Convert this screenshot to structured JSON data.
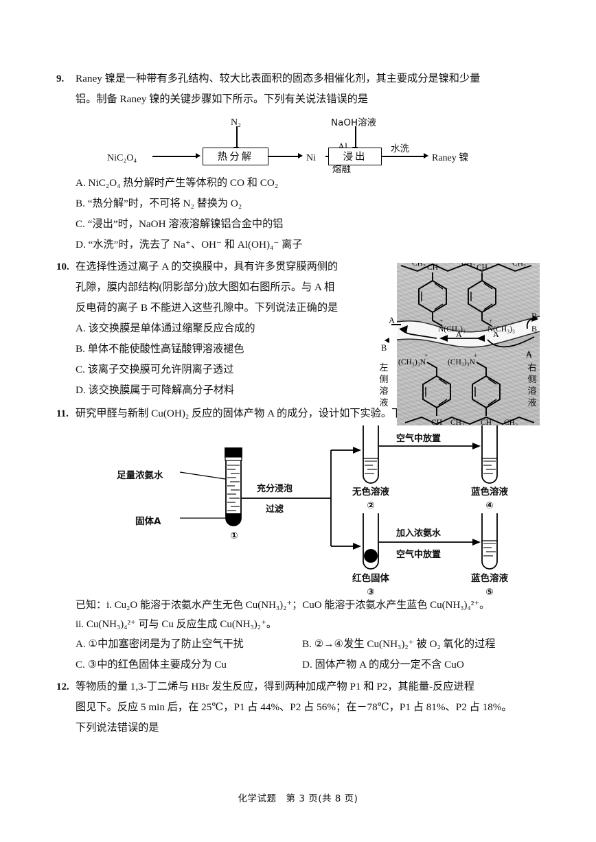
{
  "page": {
    "footer": "化学试题　第 3 页(共 8 页)",
    "subject": "化学试题",
    "page_number": "3",
    "total_pages": "8"
  },
  "q9": {
    "number": "9.",
    "stem_line1": "Raney 镍是一种带有多孔结构、较大比表面积的固态多相催化剂，其主要成分是镍和少量",
    "stem_line2": "铝。制备 Raney 镍的关键步骤如下所示。下列有关说法错误的是",
    "flow": {
      "input": "NiC₂O₄",
      "gas_in": "N₂",
      "box1": "热分解",
      "mid": "Ni",
      "arrow2_top": "Al",
      "arrow2_bottom": "熔融",
      "reagent_in": "NaOH溶液",
      "box2": "浸出",
      "arrow3_top": "水洗",
      "output": "Raney 镍"
    },
    "options": [
      "A. NiC₂O₄ 热分解时产生等体积的 CO 和 CO₂",
      "B. “热分解”时，不可将 N₂ 替换为 O₂",
      "C. “浸出”时，NaOH 溶液溶解镍铝合金中的铝",
      "D. “水洗”时，洗去了 Na⁺、OH⁻ 和 Al(OH)₄⁻ 离子"
    ]
  },
  "q10": {
    "number": "10.",
    "stem_line1": "在选择性透过离子 A 的交换膜中，具有许多贯穿膜两侧的",
    "stem_line2": "孔隙，膜内部结构(阴影部分)放大图如右图所示。与 A 相",
    "stem_line3": "反电荷的离子 B 不能进入这些孔隙中。下列说法正确的是",
    "options": [
      "A. 该交换膜是单体通过缩聚反应合成的",
      "B. 单体不能使酸性高锰酸钾溶液褪色",
      "C. 该离子交换膜可允许阴离子透过",
      "D. 该交换膜属于可降解高分子材料"
    ],
    "figure": {
      "left_solution": "左侧溶液",
      "right_solution": "右侧溶液",
      "ion_a": "A",
      "ion_b": "B",
      "backbone_ch": "CH",
      "backbone_ch2": "CH₂",
      "group_top": "N(CH₃)₃",
      "group_bottom": "(CH₃)₃N",
      "charge": "+"
    }
  },
  "q11": {
    "number": "11.",
    "stem": "研究甲醛与新制 Cu(OH)₂ 反应的固体产物 A 的成分，设计如下实验。下列说法错误的是",
    "figure": {
      "reagent_label": "足量浓氨水",
      "solid_label": "固体A",
      "step1_top": "充分浸泡",
      "step1_bottom": "过滤",
      "tube1_num": "①",
      "tube2_label": "无色溶液",
      "tube2_num": "②",
      "tube4_label": "蓝色溶液",
      "tube4_num": "④",
      "upper_arrow": "空气中放置",
      "tube3_label": "红色固体",
      "tube3_num": "③",
      "tube5_label": "蓝色溶液",
      "tube5_num": "⑤",
      "lower_arrow_top": "加入浓氨水",
      "lower_arrow_bottom": "空气中放置"
    },
    "known_i": "已知：i. Cu₂O 能溶于浓氨水产生无色 Cu(NH₃)₂⁺；CuO 能溶于浓氨水产生蓝色 Cu(NH₃)₄²⁺。",
    "known_ii": "ii. Cu(NH₃)₄²⁺ 可与 Cu 反应生成 Cu(NH₃)₂⁺。",
    "options": [
      "A. ①中加塞密闭是为了防止空气干扰",
      "B. ②→④发生 Cu(NH₃)₂⁺ 被 O₂ 氧化的过程",
      "C. ③中的红色固体主要成分为 Cu",
      "D. 固体产物 A 的成分一定不含 CuO"
    ]
  },
  "q12": {
    "number": "12.",
    "stem_line1": "等物质的量 1,3-丁二烯与 HBr 发生反应，得到两种加成产物 P1 和 P2，其能量-反应进程",
    "stem_line2": "图见下。反应 5 min 后，在 25℃，P1 占 44%、P2 占 56%；在－78℃，P1 占 81%、P2 占 18%。",
    "stem_line3": "下列说法错误的是"
  }
}
